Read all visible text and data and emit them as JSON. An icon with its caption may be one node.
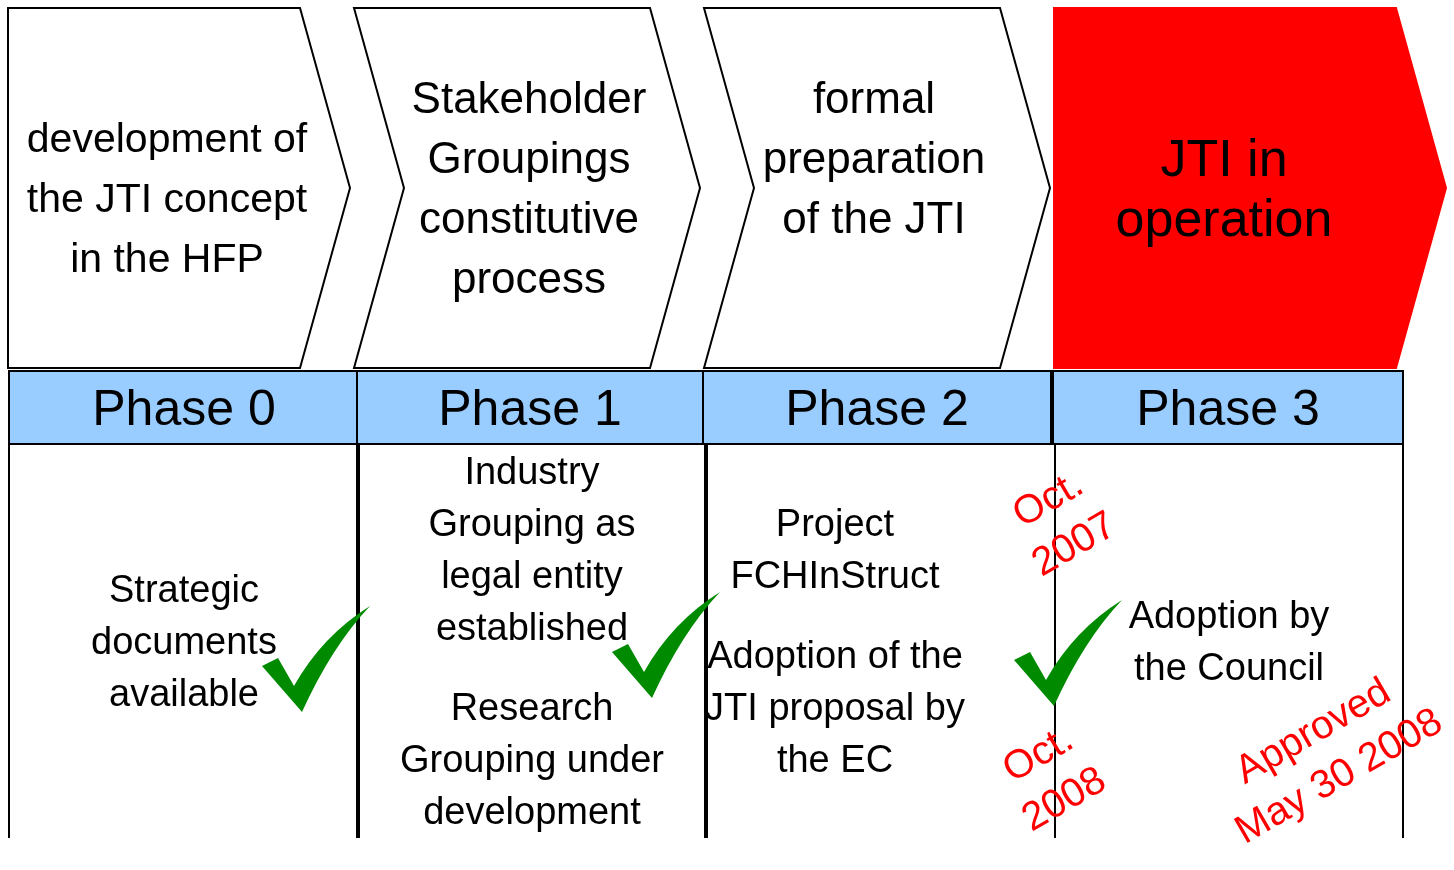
{
  "diagram": {
    "nodes": [
      {
        "text": [
          "development of the JTI concept in the HFP"
        ]
      },
      {
        "text": [
          "Stakeholder Groupings constitutive process"
        ]
      },
      {
        "text": [
          "formal preparation of the JTI"
        ]
      },
      {
        "text": [
          "JTI in operation"
        ]
      },
      {
        "text": [
          "Phase 0"
        ]
      },
      {
        "text": [
          "Phase 1"
        ]
      },
      {
        "text": [
          "Phase 2"
        ]
      },
      {
        "text": [
          "Phase 3"
        ]
      },
      {
        "text": [
          "Strategic documents available"
        ]
      },
      {
        "text": [
          "Industry Grouping as legal entity established",
          "Research Grouping under development"
        ]
      },
      {
        "text": [
          "Project FCHInStruct",
          "Adoption of the JTI proposal by the EC"
        ]
      },
      {
        "text": [
          "Adoption by the Council"
        ]
      }
    ],
    "edges": [],
    "labels": [
      "Oct. 2007",
      "Oct. 2008",
      "Approved May 30 2008"
    ]
  }
}
